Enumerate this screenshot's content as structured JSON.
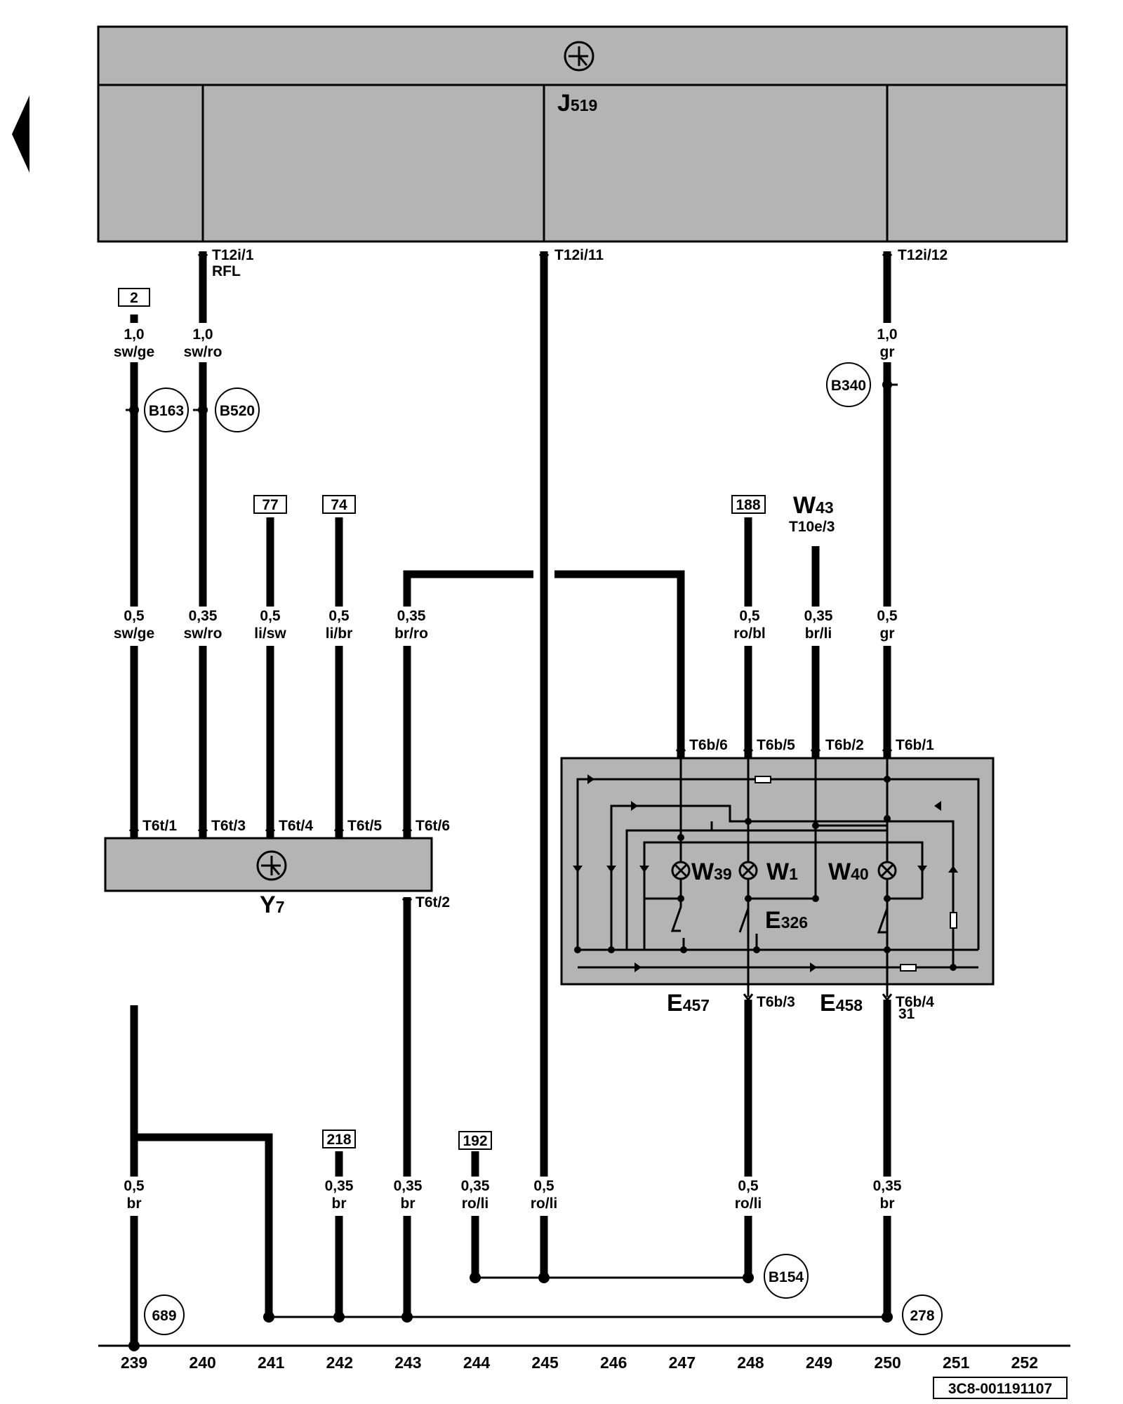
{
  "nav": {
    "back_icon": "triangle-left-icon"
  },
  "control_unit": {
    "code": "J",
    "sub": "519",
    "icon": "electronic-module-icon"
  },
  "pins": {
    "j519_1": "T12i/1",
    "j519_1b": "RFL",
    "j519_11": "T12i/11",
    "j519_12": "T12i/12",
    "y7_1": "T6t/1",
    "y7_3": "T6t/3",
    "y7_4": "T6t/4",
    "y7_5": "T6t/5",
    "y7_6": "T6t/6",
    "y7_2": "T6t/2",
    "t6b_6": "T6b/6",
    "t6b_5": "T6b/5",
    "t6b_2": "T6b/2",
    "t6b_1": "T6b/1",
    "t6b_3": "T6b/3",
    "t6b_4": "T6b/4",
    "t6b_4b": "31"
  },
  "refs": {
    "r2": "2",
    "r77": "77",
    "r74": "74",
    "r188": "188",
    "r218": "218",
    "r192": "192"
  },
  "connections": {
    "b163": "B163",
    "b520": "B520",
    "b340": "B340",
    "b154": "B154",
    "c689": "689",
    "c278": "278"
  },
  "wires": {
    "w1_size": "1,0",
    "w1_color": "sw/ge",
    "w2_size": "1,0",
    "w2_color": "sw/ro",
    "w3_size": "1,0",
    "w3_color": "gr",
    "w4_size": "0,5",
    "w4_color": "sw/ge",
    "w5_size": "0,35",
    "w5_color": "sw/ro",
    "w6_size": "0,5",
    "w6_color": "li/sw",
    "w7_size": "0,5",
    "w7_color": "li/br",
    "w8_size": "0,35",
    "w8_color": "br/ro",
    "w9_size": "0,5",
    "w9_color": "ro/bl",
    "w10_size": "0,35",
    "w10_color": "br/li",
    "w11_size": "0,5",
    "w11_color": "gr",
    "w12_size": "0,5",
    "w12_color": "br",
    "w13_size": "0,35",
    "w13_color": "br",
    "w14_size": "0,35",
    "w14_color": "br",
    "w15_size": "0,35",
    "w15_color": "ro/li",
    "w16_size": "0,5",
    "w16_color": "ro/li",
    "w17_size": "0,5",
    "w17_color": "ro/li",
    "w18_size": "0,35",
    "w18_color": "br"
  },
  "components": {
    "y7": {
      "code": "Y",
      "sub": "7",
      "icon": "electronic-module-icon"
    },
    "w43": {
      "code": "W",
      "sub": "43",
      "pin": "T10e/3"
    },
    "w39": {
      "code": "W",
      "sub": "39"
    },
    "w1": {
      "code": "W",
      "sub": "1"
    },
    "w40": {
      "code": "W",
      "sub": "40"
    },
    "e326": {
      "code": "E",
      "sub": "326"
    },
    "e457": {
      "code": "E",
      "sub": "457"
    },
    "e458": {
      "code": "E",
      "sub": "458"
    }
  },
  "columns": [
    "239",
    "240",
    "241",
    "242",
    "243",
    "244",
    "245",
    "246",
    "247",
    "248",
    "249",
    "250",
    "251",
    "252"
  ],
  "doc_id": "3C8-001191107"
}
